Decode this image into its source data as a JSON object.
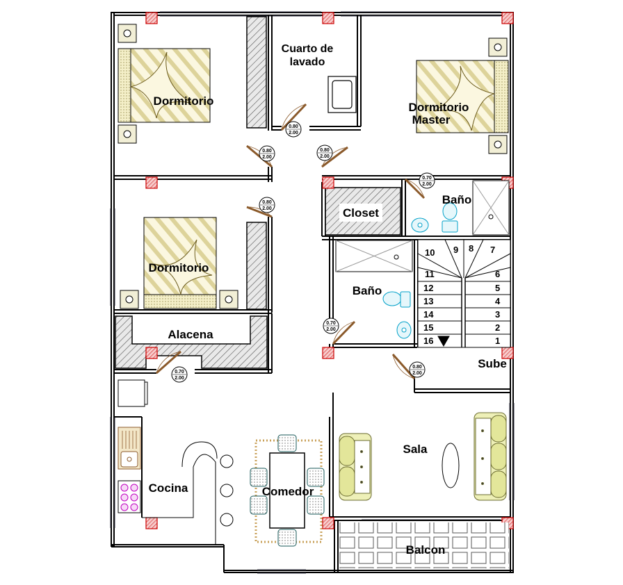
{
  "rooms": {
    "dormitorio_1": "Dormitorio",
    "cuarto_lavado_l1": "Cuarto de",
    "cuarto_lavado_l2": "lavado",
    "dormitorio_master_l1": "Dormitorio",
    "dormitorio_master_l2": "Master",
    "dormitorio_2": "Dormitorio",
    "closet": "Closet",
    "bano_1": "Baño",
    "bano_2": "Baño",
    "alacena": "Alacena",
    "sube": "Sube",
    "sala": "Sala",
    "cocina": "Cocina",
    "comedor": "Comedor",
    "balcon": "Balcon"
  },
  "door_tags": [
    {
      "id": "lavado",
      "width": "0.80",
      "height": "2.00"
    },
    {
      "id": "dorm1",
      "width": "0.80",
      "height": "2.00"
    },
    {
      "id": "master",
      "width": "0.80",
      "height": "2.00"
    },
    {
      "id": "dorm2",
      "width": "0.80",
      "height": "2.00"
    },
    {
      "id": "bano1",
      "width": "0.70",
      "height": "2.00"
    },
    {
      "id": "bano2",
      "width": "0.70",
      "height": "2.00"
    },
    {
      "id": "alacena",
      "width": "0.70",
      "height": "2.00"
    },
    {
      "id": "entrada",
      "width": "0.80",
      "height": "2.00"
    }
  ],
  "stairs": {
    "steps": [
      "1",
      "2",
      "3",
      "4",
      "5",
      "6",
      "7",
      "8",
      "9",
      "10",
      "11",
      "12",
      "13",
      "14",
      "15",
      "16"
    ]
  },
  "colors": {
    "wall": "#000000",
    "column": "#cc0000",
    "bed_fill": "#fbf7e0",
    "bed_stripe": "#d9cf8a",
    "door": "#8b5a2b",
    "sofa": "#e3e69a",
    "fixture": "#00a0c8",
    "stove": "#c000c0"
  }
}
